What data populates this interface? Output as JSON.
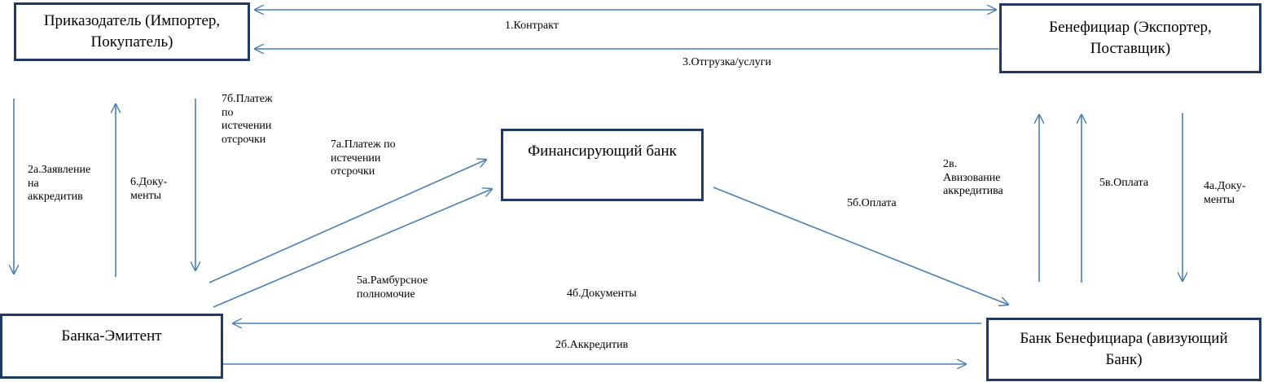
{
  "nodes": {
    "importer": "Приказодатель (Импортер,\nПокупатель)",
    "exporter": "Бенефициар (Экспортер,\nПоставщик)",
    "finbank": "Финансирующий банк",
    "issuer": "Банка-Эмитент",
    "benebank": "Банк Бенефициара (авизующий\nБанк)"
  },
  "labels": {
    "contract": "1.Контракт",
    "shipment": "3.Отгрузка/услуги",
    "application": "2а.Заявление\nна\nаккредитив",
    "documents6": "6.Доку-\nменты",
    "payment7b": "7б.Платеж\nпо\nистечении\nотсрочки",
    "payment7a": "7а.Платеж по\nистечении\nотсрочки",
    "reimbursement": "5а.Рамбурсное\nполномочие",
    "documents4b": "4б.Документы",
    "letter2b": "2б.Аккредитив",
    "payment5b": "5б.Оплата",
    "advising2c": "2в.\nАвизование\nаккредитива",
    "payment5c": "5в.Оплата",
    "documents4a": "4а.Доку-\nменты"
  },
  "colors": {
    "box_border": "#1f3b63",
    "arrow": "#4a7eb5"
  }
}
